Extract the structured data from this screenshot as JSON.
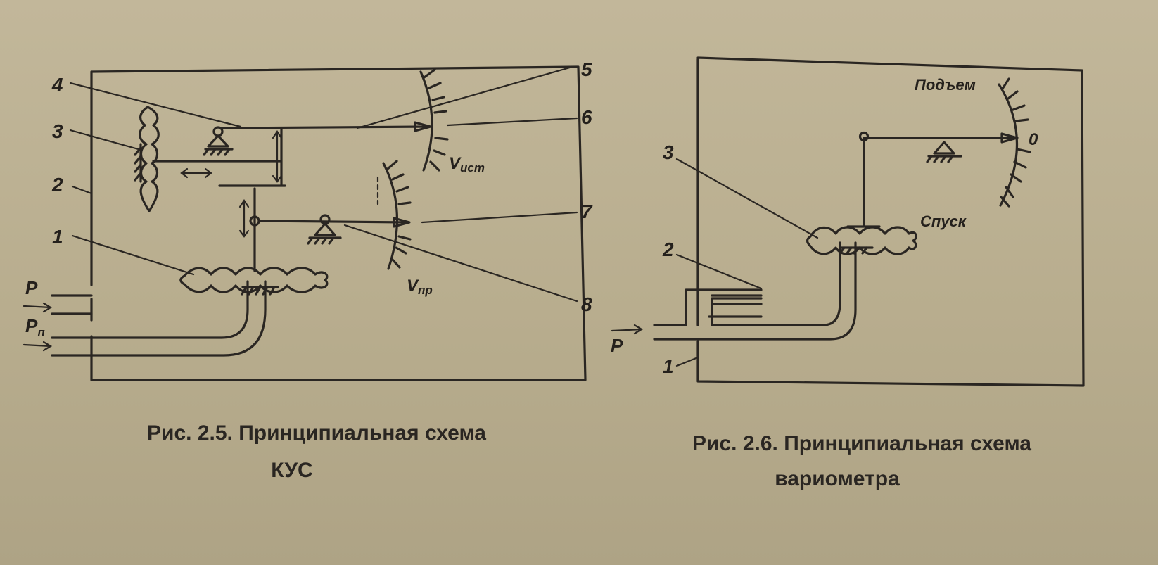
{
  "figure1": {
    "part_numbers": [
      "1",
      "2",
      "3",
      "4",
      "5",
      "6",
      "7",
      "8"
    ],
    "inlet_p": "P",
    "inlet_pn": "P",
    "inlet_pn_sub": "п",
    "scale_ist": "V",
    "scale_ist_sub": "ист",
    "scale_pr": "V",
    "scale_pr_sub": "пр",
    "caption_line1": "Рис. 2.5. Принципиальная схема",
    "caption_line2": "КУС"
  },
  "figure2": {
    "part_numbers": [
      "1",
      "2",
      "3"
    ],
    "inlet_p": "P",
    "label_up": "Подъем",
    "label_down": "Спуск",
    "label_zero": "0",
    "caption_line1": "Рис. 2.6. Принципиальная схема",
    "caption_line2": "вариометра"
  },
  "colors": {
    "ink": "#2a2622",
    "paper": "#bdb294"
  }
}
